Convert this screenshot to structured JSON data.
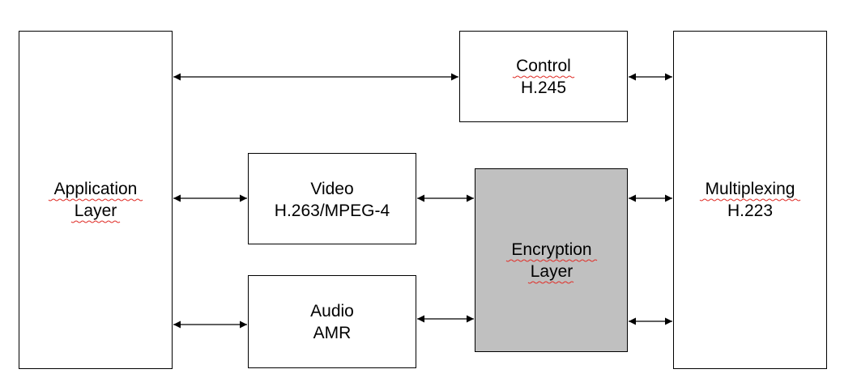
{
  "boxes": {
    "application": {
      "line1": "Application",
      "line2": "Layer"
    },
    "control": {
      "line1": "Control",
      "line2": "H.245"
    },
    "video": {
      "line1": "Video",
      "line2": "H.263/MPEG-4"
    },
    "audio": {
      "line1": "Audio",
      "line2": "AMR"
    },
    "encryption": {
      "line1": "Encryption",
      "line2": "Layer"
    },
    "multiplexing": {
      "line1": "Multiplexing",
      "line2": "H.223"
    }
  },
  "colors": {
    "box_fill": "#ffffff",
    "encryption_fill": "#c0c0c0",
    "stroke": "#000000",
    "spellcheck_underline": "#e0302a"
  }
}
